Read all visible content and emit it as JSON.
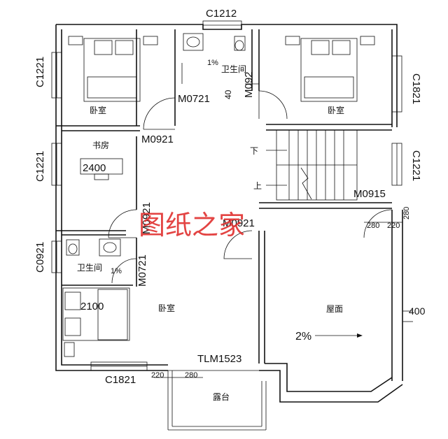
{
  "plan": {
    "windows": {
      "c1212": "C1212",
      "c1221_top_left": "C1221",
      "c1221_mid_left": "C1221",
      "c0921": "C0921",
      "c1821_right": "C1821",
      "c1221_right": "C1221",
      "c1821_bottom": "C1821"
    },
    "doors": {
      "m0721_top": "M0721",
      "m092_vertical": "M092",
      "m0921_study": "M0921",
      "m0921_vertical": "M0921",
      "m0921_center": "M0921",
      "m0915": "M0915",
      "m0721_bottom": "M0721",
      "tlm1523": "TLM1523"
    },
    "rooms": {
      "bedroom_top_left": "卧室",
      "bedroom_top_right": "卧室",
      "bedroom_bottom": "卧室",
      "bathroom_top": "卫生间",
      "bathroom_bottom": "卫生间",
      "study": "书房",
      "roof": "屋面",
      "terrace": "露台"
    },
    "stairs": {
      "down": "下",
      "up": "上"
    },
    "dimensions": {
      "d40": "40",
      "d2400": "2400",
      "d2100": "2100",
      "d280_left": "280",
      "d220": "220",
      "d280_right": "280",
      "d400": "400",
      "d220_bottom": "220",
      "d280_bottom": "280"
    },
    "slopes": {
      "bath_top": "1%",
      "bath_bottom": "1%",
      "roof": "2%"
    },
    "watermark": "图纸之家"
  }
}
